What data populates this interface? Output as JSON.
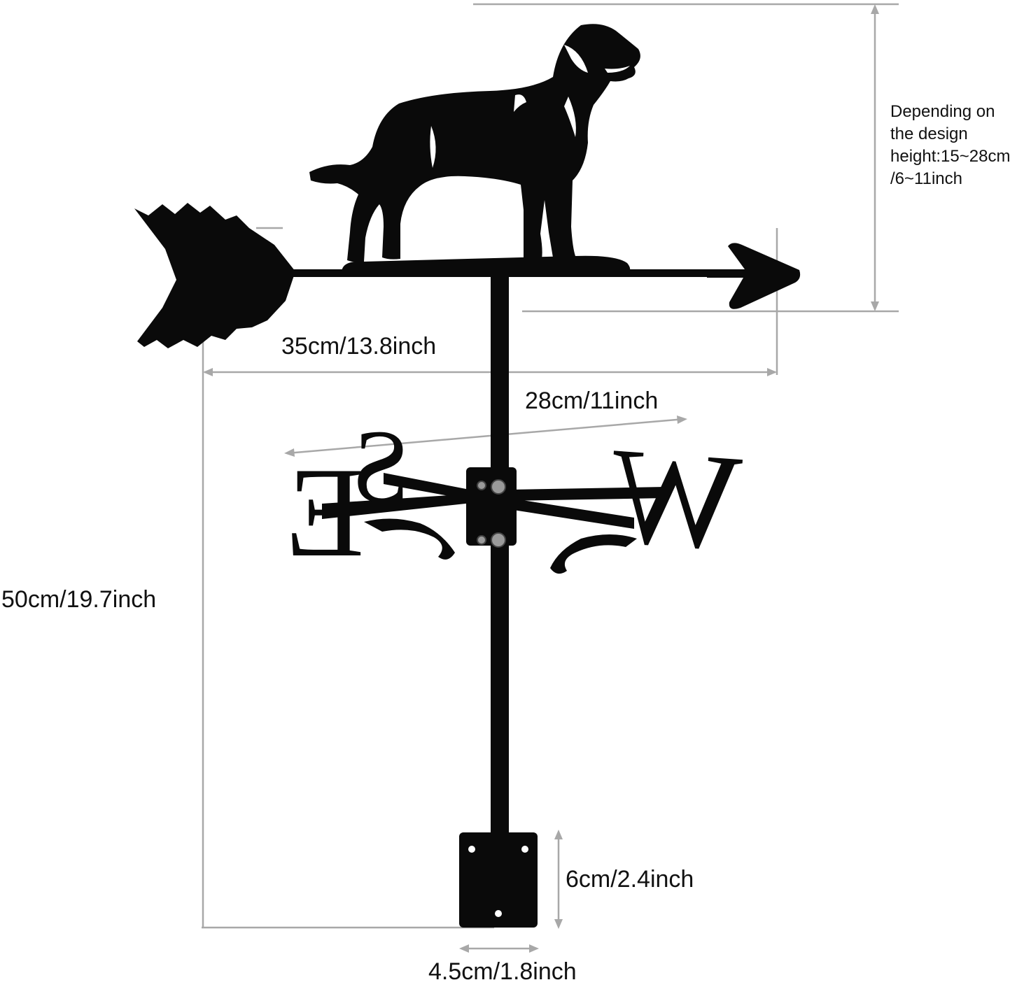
{
  "product": "dog weathervane",
  "colors": {
    "silhouette": "#0a0a0a",
    "dimension_line": "#a8a8a8",
    "text": "#111111",
    "background": "#ffffff"
  },
  "compass": {
    "east": "E",
    "south": "S",
    "west": "W"
  },
  "dimensions": {
    "arrow_length": "35cm/13.8inch",
    "cross_arm_width": "28cm/11inch",
    "total_height": "50cm/19.7inch",
    "bracket_height": "6cm/2.4inch",
    "bracket_width": "4.5cm/1.8inch",
    "figure_height_note": [
      "Depending on",
      "the design",
      "height:15~28cm",
      "/6~11inch"
    ]
  }
}
